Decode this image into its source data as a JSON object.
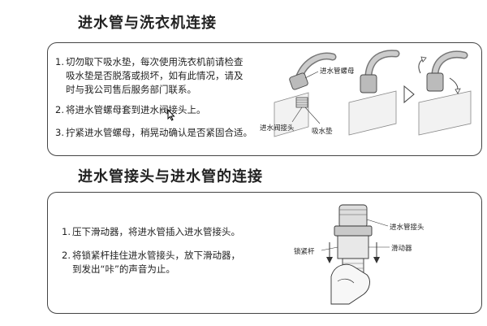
{
  "section1": {
    "title": "进水管与洗衣机连接",
    "steps": [
      {
        "num": "1.",
        "lines": [
          "切勿取下吸水垫，每次使用洗衣机前请检查",
          "吸水垫是否脱落或损坏，如有此情况，请及",
          "时与我公司售后服务部门联系。"
        ]
      },
      {
        "num": "2.",
        "lines": [
          "将进水管螺母套到进水阀接头上。"
        ]
      },
      {
        "num": "3.",
        "lines": [
          "拧紧进水管螺母，稍晃动确认是否紧固合适。"
        ]
      }
    ],
    "figure_labels": {
      "nut": "进水管螺母",
      "valve_joint": "进水阀接头",
      "pad": "吸水垫"
    }
  },
  "section2": {
    "title": "进水管接头与进水管的连接",
    "steps": [
      {
        "num": "1.",
        "lines": [
          "压下滑动器，将进水管插入进水管接头。"
        ]
      },
      {
        "num": "2.",
        "lines": [
          "将锁紧杆挂住进水管接头，放下滑动器，",
          "到发出“咔”的声音为止。"
        ]
      }
    ],
    "figure_labels": {
      "connector": "进水管接头",
      "lock_lever": "锁紧杆",
      "slider": "滑动器"
    }
  },
  "colors": {
    "border": "#444444",
    "text": "#222222"
  }
}
